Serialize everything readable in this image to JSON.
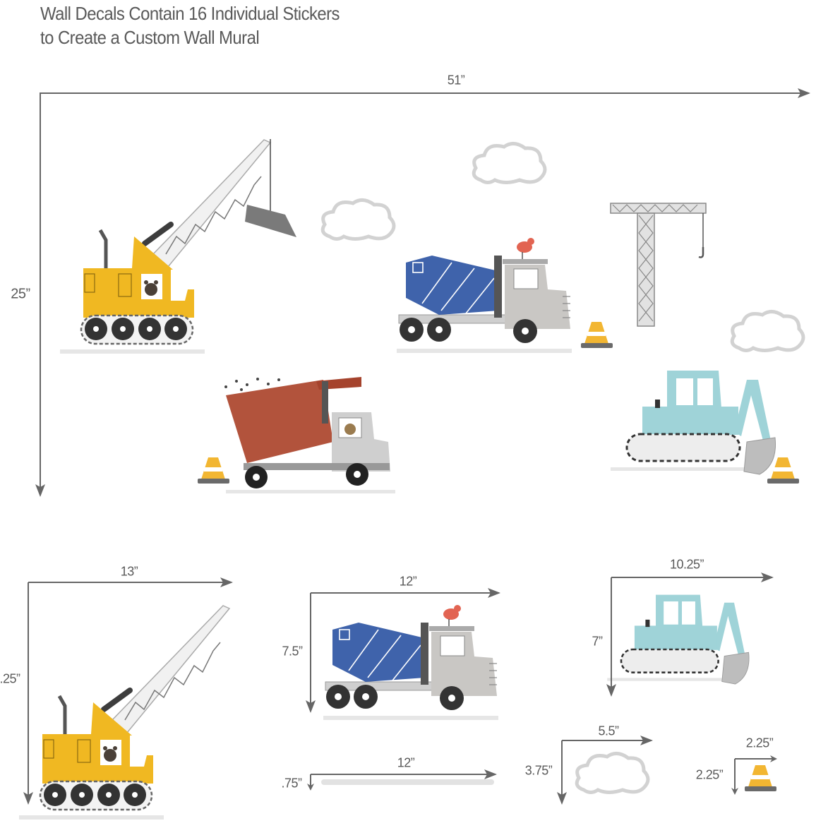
{
  "title": {
    "line1": "Wall Decals Contain 16 Individual Stickers",
    "line2": "to Create a Custom Wall Mural"
  },
  "overall": {
    "width": "51”",
    "height": "25”"
  },
  "stickers": {
    "crane": {
      "width": "13”",
      "height": ".25”"
    },
    "mixer": {
      "width": "12”",
      "height": "7.5”"
    },
    "excavator": {
      "width": "10.25”",
      "height": "7”"
    },
    "ground_shadow": {
      "width": "12”",
      "height": ".75”"
    },
    "cloud": {
      "width": "5.5”",
      "height": "3.75”"
    },
    "cone": {
      "width": "2.25”",
      "height": "2.25”"
    }
  },
  "colors": {
    "yellow": "#f0b822",
    "blue": "#3f63ab",
    "rust": "#b2533c",
    "aqua": "#9fd3d8",
    "grey": "#c9c7c4",
    "arrow": "#666666"
  }
}
